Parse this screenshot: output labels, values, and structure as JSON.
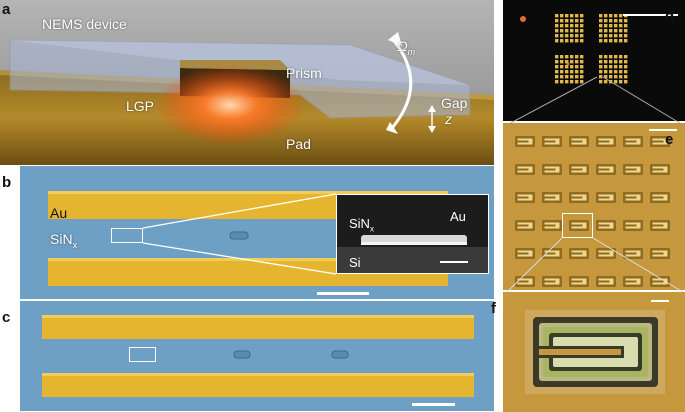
{
  "panel_labels": {
    "a": "a",
    "b": "b",
    "c": "c",
    "d": "d",
    "e": "e",
    "f": "f"
  },
  "panel_a": {
    "nems_device": "NEMS device",
    "prism": "Prism",
    "lgp": "LGP",
    "pad": "Pad",
    "gap": "Gap",
    "z": "z",
    "omega": "Ω",
    "omega_sub": "m"
  },
  "panel_b": {
    "au": "Au",
    "sinx": "SiN",
    "sinx_sub": "x",
    "inset": {
      "sinx": "SiN",
      "sinx_sub": "x",
      "au": "Au",
      "si": "Si"
    }
  },
  "colors": {
    "gold": "#e6b530",
    "sem_blue": "#6e9fc4",
    "optical_gold": "#c6983e",
    "dark_bg": "#0a0a0a"
  }
}
